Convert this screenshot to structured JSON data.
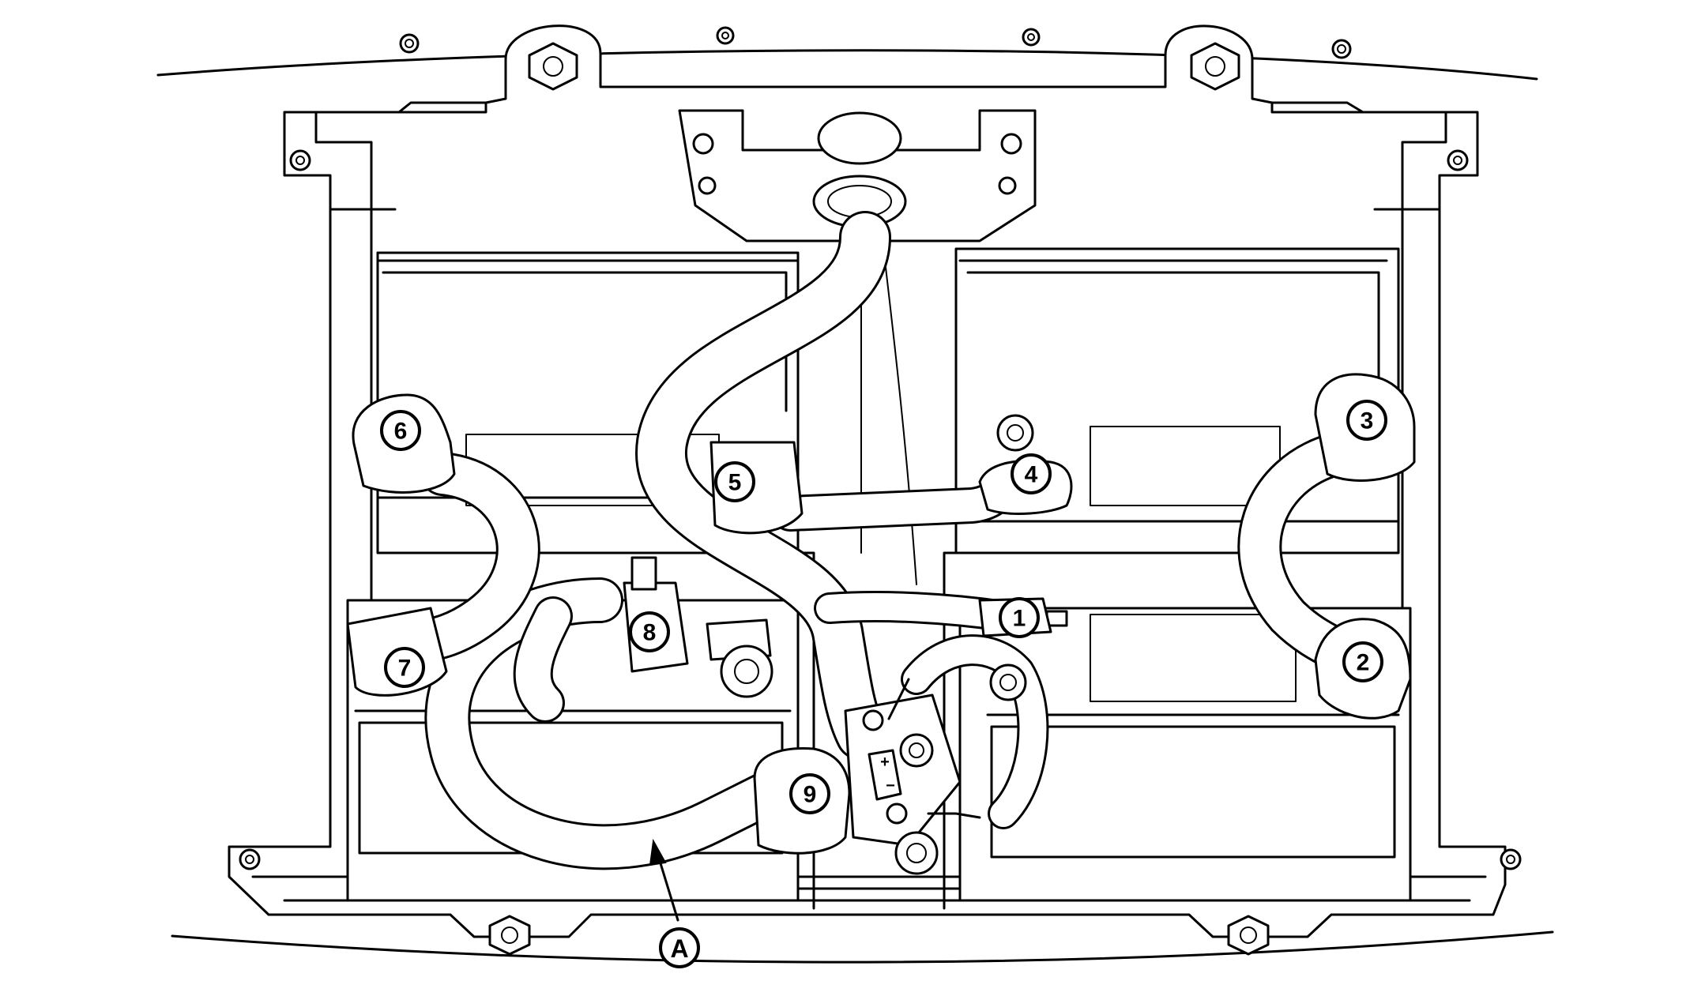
{
  "callouts": [
    {
      "id": "1",
      "label": "1"
    },
    {
      "id": "2",
      "label": "2"
    },
    {
      "id": "3",
      "label": "3"
    },
    {
      "id": "4",
      "label": "4"
    },
    {
      "id": "5",
      "label": "5"
    },
    {
      "id": "6",
      "label": "6"
    },
    {
      "id": "7",
      "label": "7"
    },
    {
      "id": "8",
      "label": "8"
    },
    {
      "id": "9",
      "label": "9"
    }
  ],
  "pointer": {
    "label": "A"
  },
  "fuse_marks": {
    "plus": "+",
    "minus": "−"
  }
}
